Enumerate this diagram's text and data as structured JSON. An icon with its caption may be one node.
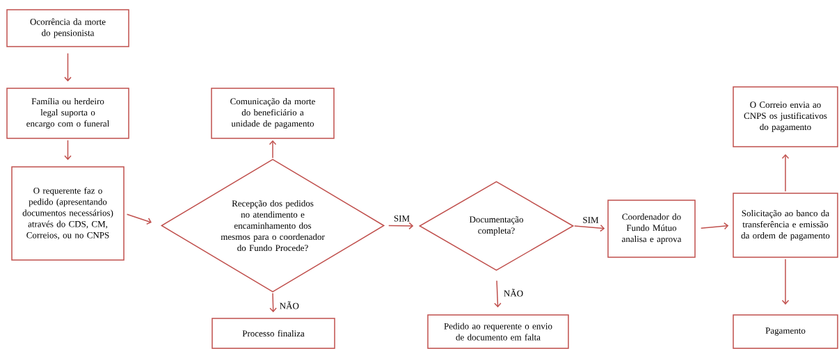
{
  "diagram": {
    "nodes": [
      {
        "text": [
          "Ocorrência da morte do pensionista"
        ]
      },
      {
        "text": [
          "Família ou herdeiro legal suporta o encargo com o funeral"
        ]
      },
      {
        "text": [
          "O requerente faz o pedido (apresentando documentos necessários) através do CDS, CM, Correios, ou no CNPS"
        ]
      },
      {
        "text": [
          "Recepção dos pedidos no atendimento e encaminhamento dos mesmos para o coordenador do Fundo Procede?"
        ]
      },
      {
        "text": [
          "Comunicação da morte do beneficiário a unidade de pagamento"
        ]
      },
      {
        "text": [
          "Processo finaliza"
        ]
      },
      {
        "text": [
          "Documentação completa?"
        ]
      },
      {
        "text": [
          "Pedido ao requerente o envio de documento em falta"
        ]
      },
      {
        "text": [
          "Coordenador do Fundo Mútuo analisa e aprova"
        ]
      },
      {
        "text": [
          "Solicitação ao banco da transferência e emissão da ordem de pagamento"
        ]
      },
      {
        "text": [
          "O Correio envia ao CNPS os justificativos do pagamento"
        ]
      },
      {
        "text": [
          "Pagamento"
        ]
      }
    ],
    "edges": [
      {
        "from": 0,
        "to": 1,
        "arrow": "to"
      },
      {
        "from": 1,
        "to": 2,
        "arrow": "to"
      },
      {
        "from": 2,
        "to": 3,
        "arrow": "to"
      },
      {
        "from": 3,
        "to": 4,
        "arrow": "to"
      },
      {
        "from": 3,
        "to": 6,
        "arrow": "to",
        "label": "SIM"
      },
      {
        "from": 3,
        "to": 5,
        "arrow": "to",
        "label": "NÃO"
      },
      {
        "from": 6,
        "to": 8,
        "arrow": "to",
        "label": "SIM"
      },
      {
        "from": 6,
        "to": 7,
        "arrow": "to",
        "label": "NÃO"
      },
      {
        "from": 8,
        "to": 9,
        "arrow": "to"
      },
      {
        "from": 9,
        "to": 10,
        "arrow": "to"
      },
      {
        "from": 9,
        "to": 11,
        "arrow": "to"
      }
    ]
  }
}
